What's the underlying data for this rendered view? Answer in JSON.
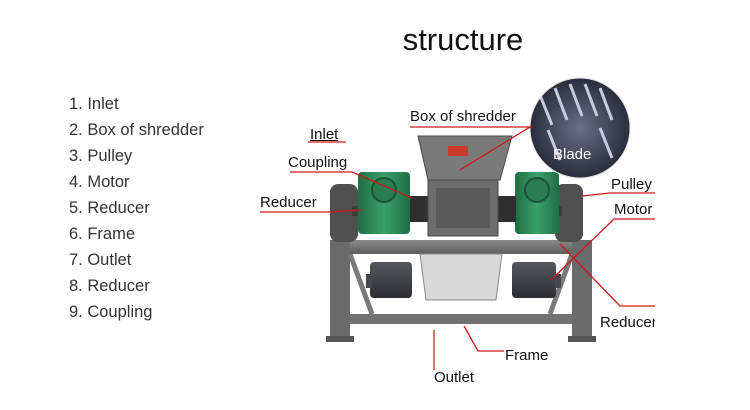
{
  "title": "structure",
  "parts": [
    "1. Inlet",
    "2. Box of shredder",
    "3. Pulley",
    "4. Motor",
    "5. Reducer",
    "6. Frame",
    "7. Outlet",
    "8. Reducer",
    "9. Coupling"
  ],
  "labels": {
    "inlet": "Inlet",
    "coupling": "Coupling",
    "reducer_left": "Reducer",
    "box": "Box of shredder",
    "pulley": "Pulley",
    "motor": "Motor",
    "reducer_right": "Reducer",
    "frame": "Frame",
    "outlet": "Outlet",
    "blade": "Blade"
  },
  "colors": {
    "leader_line": "#cc1a1a",
    "machine_gray": "#6f6f6f",
    "reducer_green": "#2e8b57",
    "motor_dark": "#3a3d42"
  }
}
